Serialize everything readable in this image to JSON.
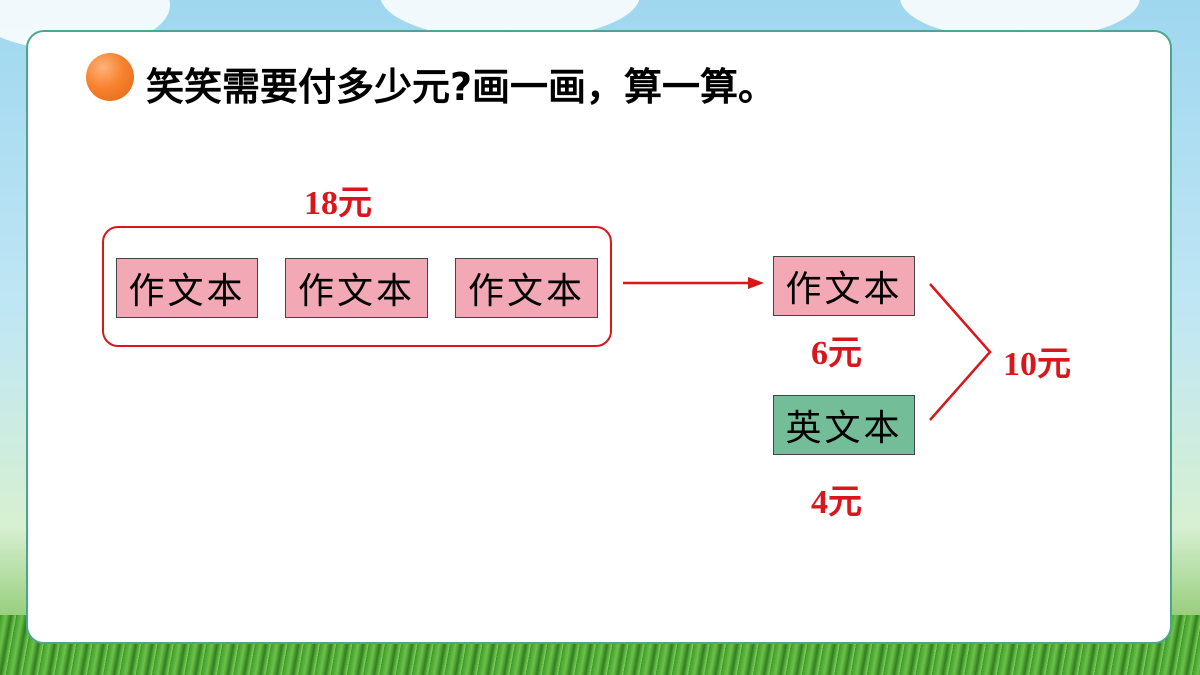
{
  "question": "笑笑需要付多少元?画一画，算一算。",
  "group_price": "18元",
  "group_books": [
    "作文本",
    "作文本",
    "作文本"
  ],
  "single_book": {
    "label": "作文本",
    "price": "6元"
  },
  "english_book": {
    "label": "英文本",
    "price": "4元"
  },
  "total": "10元",
  "colors": {
    "price_red": "#d9161c",
    "book_pink": "#f2a9b5",
    "book_green": "#73bd98",
    "card_border": "#4aa88a",
    "bullet_orange": "#f7822e"
  },
  "icons": {
    "bullet": "orange-circle-bullet",
    "arrow": "right-arrow",
    "brace": "right-angle-brace"
  }
}
